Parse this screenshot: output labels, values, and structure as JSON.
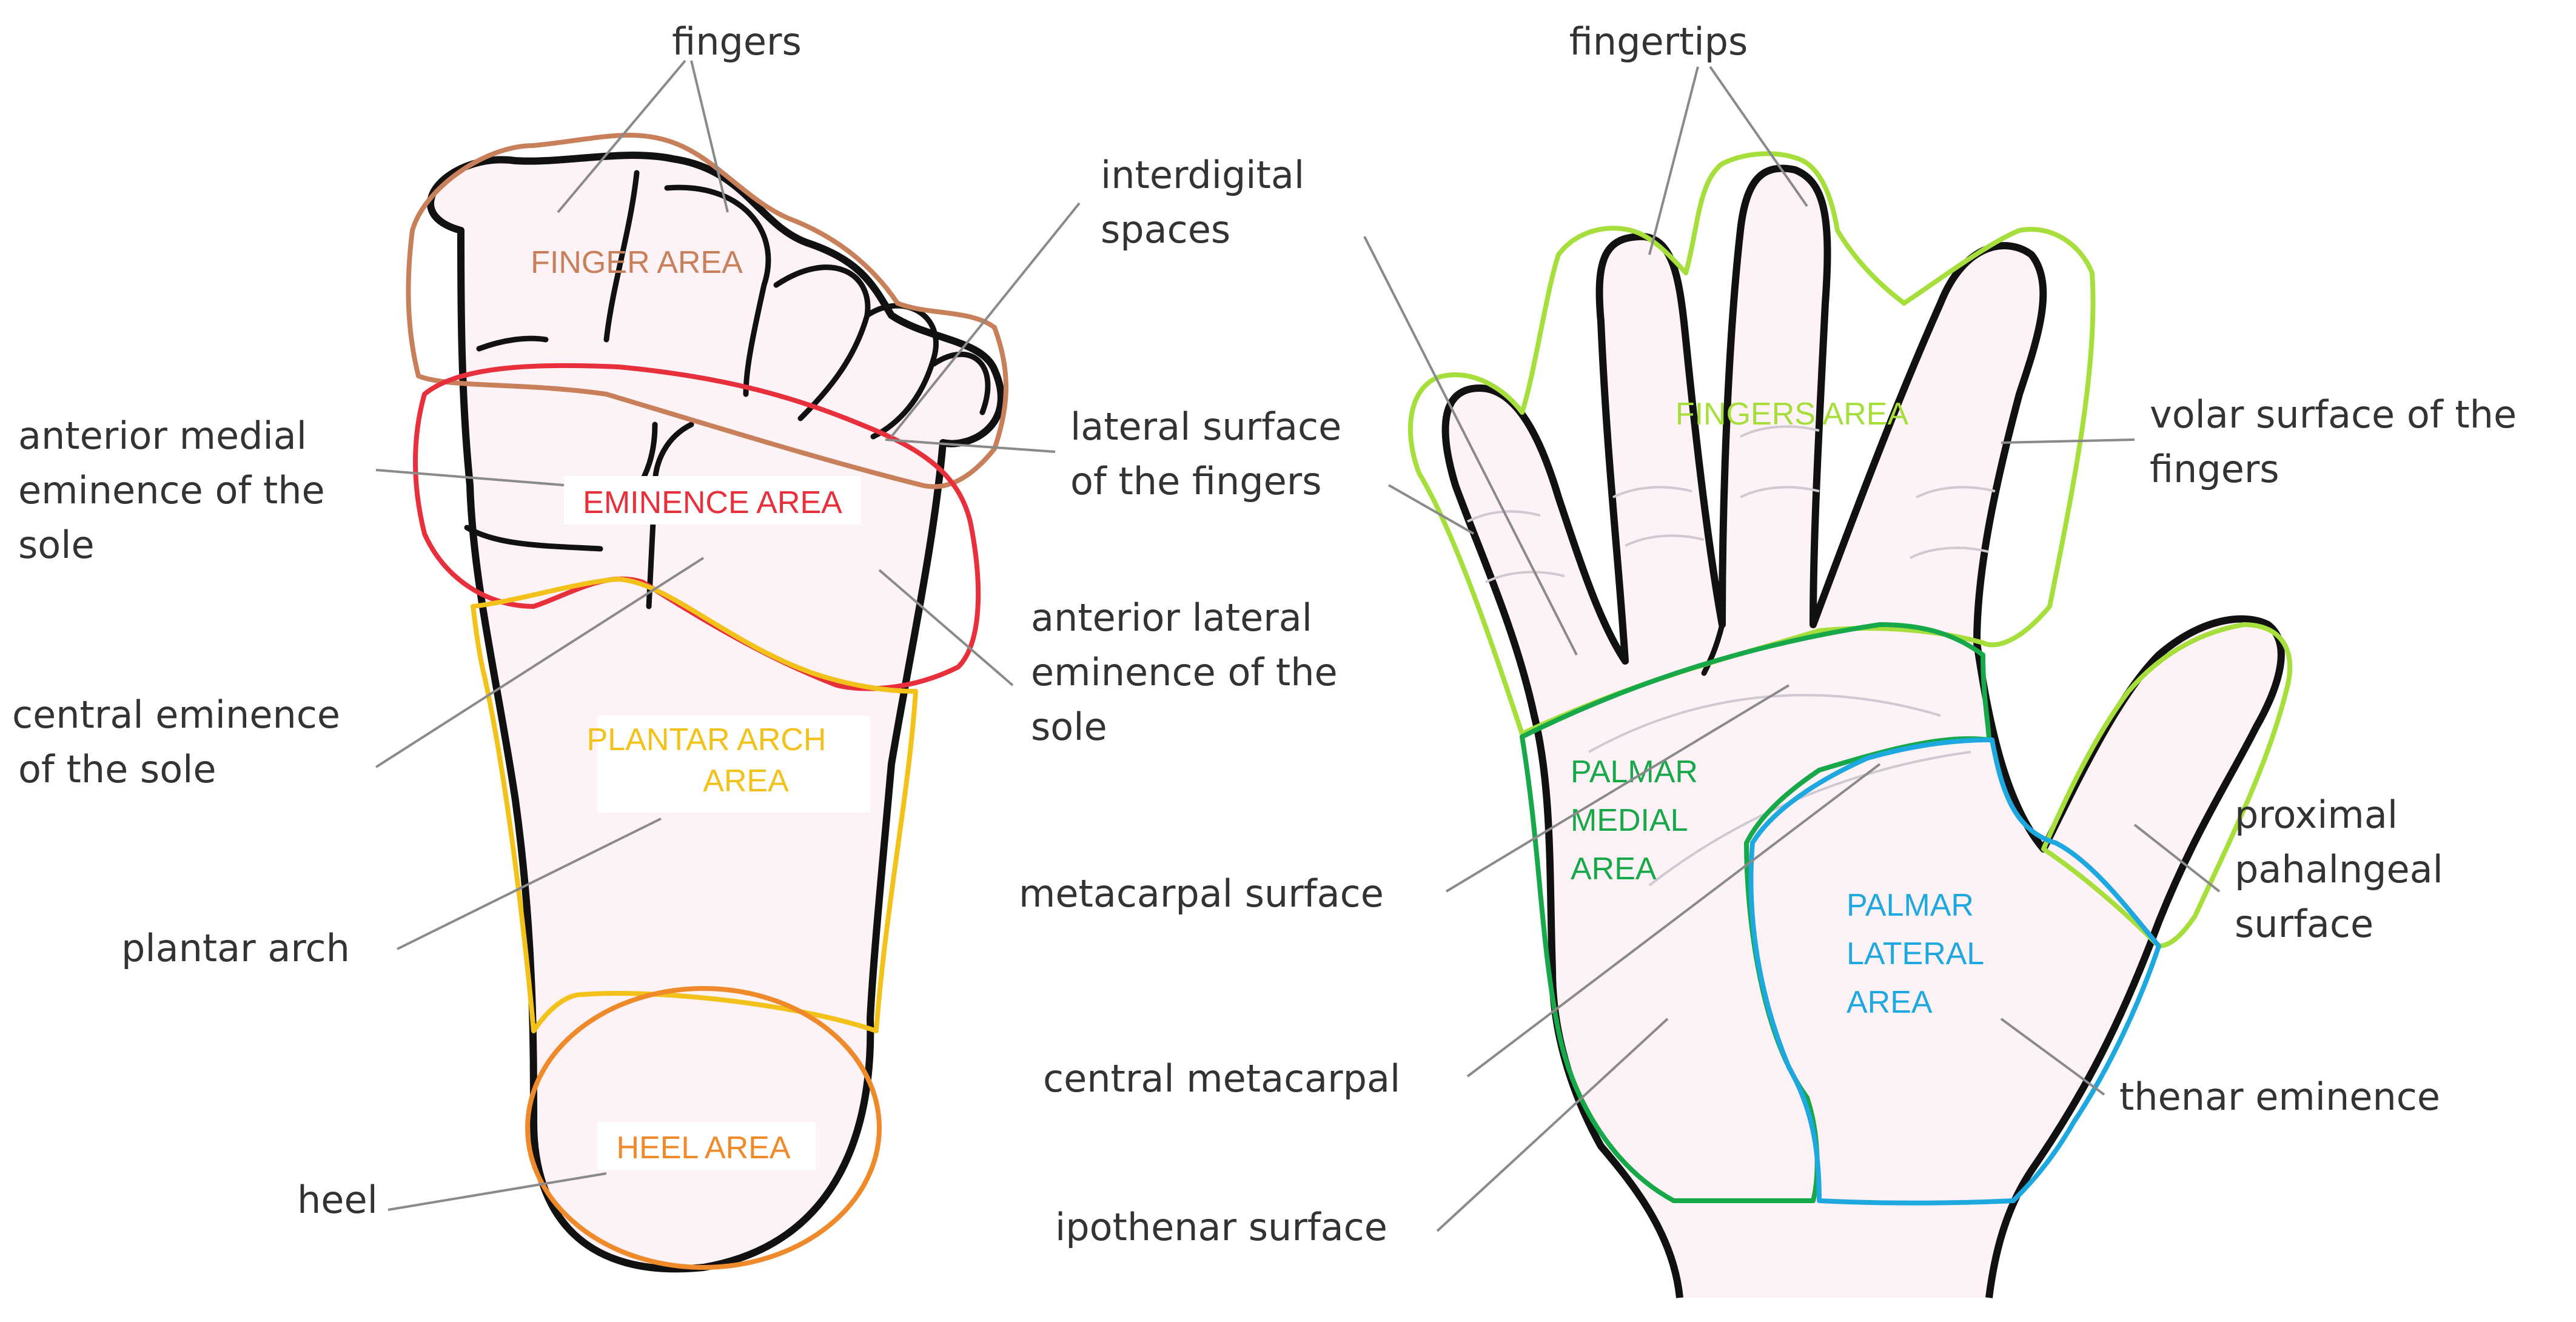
{
  "foot": {
    "labels": {
      "fingers": "fingers",
      "interdigital_1": "interdigital",
      "interdigital_2": "spaces",
      "anterior_medial_1": "anterior medial",
      "anterior_medial_2": "eminence of the",
      "anterior_medial_3": "sole",
      "lateral_fingers_1": "lateral surface",
      "lateral_fingers_2": "of the fingers",
      "central_eminence_1": "central eminence",
      "central_eminence_2": "of the sole",
      "anterior_lateral_1": "anterior lateral",
      "anterior_lateral_2": "eminence of the",
      "anterior_lateral_3": "sole",
      "plantar_arch": "plantar arch",
      "heel": "heel"
    },
    "areas": {
      "finger_area": "FINGER AREA",
      "eminence_area": "EMINENCE AREA",
      "plantar_arch_area_1": "PLANTAR ARCH",
      "plantar_arch_area_2": "AREA",
      "heel_area": "HEEL AREA"
    }
  },
  "hand": {
    "labels": {
      "fingertips": "fingertips",
      "volar_1": "volar surface of the",
      "volar_2": "fingers",
      "proximal_1": "proximal",
      "proximal_2": "pahalngeal",
      "proximal_3": "surface",
      "metacarpal_surface": "metacarpal surface",
      "central_metacarpal": "central metacarpal",
      "thenar_eminence": "thenar eminence",
      "ipothenar_surface": "ipothenar surface"
    },
    "areas": {
      "fingers_area": "FINGERS AREA",
      "palmar_medial_1": "PALMAR",
      "palmar_medial_2": "MEDIAL",
      "palmar_medial_3": "AREA",
      "palmar_lateral_1": "PALMAR",
      "palmar_lateral_2": "LATERAL",
      "palmar_lateral_3": "AREA"
    }
  },
  "colors": {
    "finger_area": "#c8805a",
    "eminence_area": "#e8303c",
    "plantar_arch_area": "#f2c21a",
    "heel_area": "#ef8a2a",
    "fingers_area": "#a6de3c",
    "palmar_medial": "#17a84a",
    "palmar_lateral": "#1ea8e0"
  }
}
